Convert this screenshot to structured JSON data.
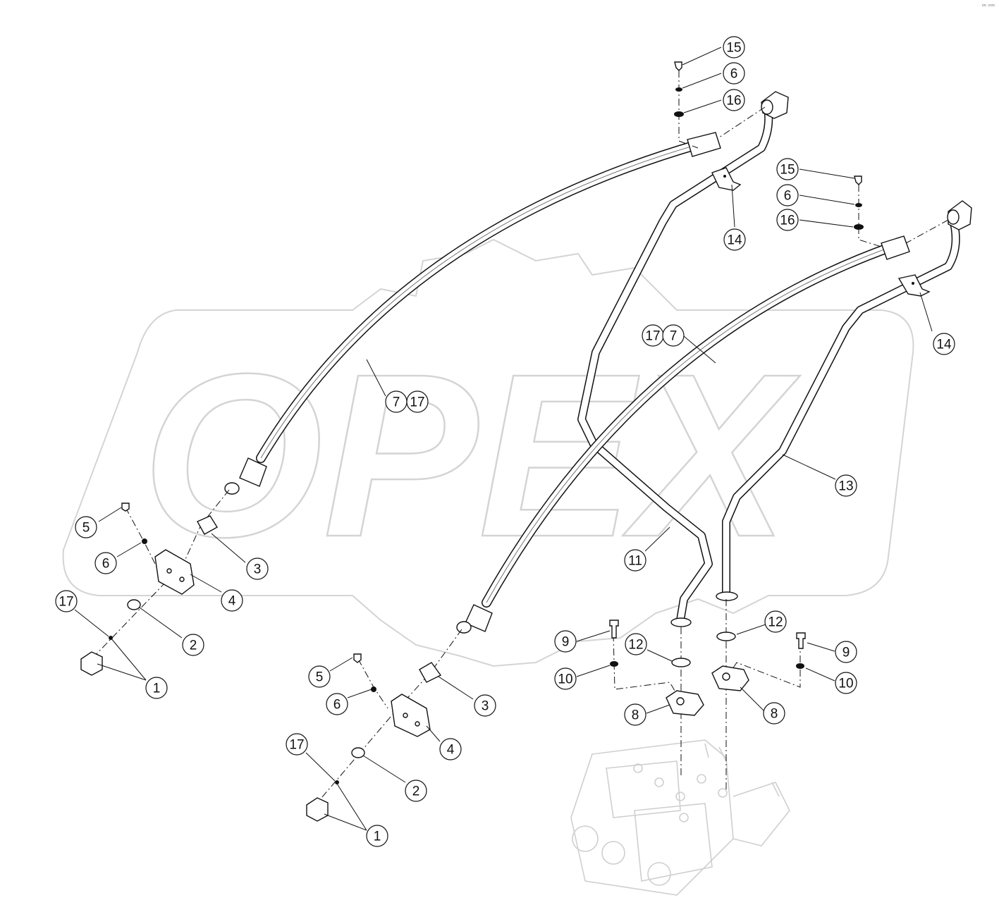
{
  "watermark": {
    "text": "OPEX",
    "color": "#d4d4d4"
  },
  "corner_mark": "▫▫ ▫▫▫",
  "callouts": [
    {
      "id": "c15a",
      "label": "15"
    },
    {
      "id": "c6a",
      "label": "6"
    },
    {
      "id": "c16a",
      "label": "16"
    },
    {
      "id": "c14a",
      "label": "14"
    },
    {
      "id": "c15b",
      "label": "15"
    },
    {
      "id": "c6b",
      "label": "6"
    },
    {
      "id": "c16b",
      "label": "16"
    },
    {
      "id": "c14b",
      "label": "14"
    },
    {
      "id": "c7a",
      "label": "7"
    },
    {
      "id": "c17a",
      "label": "17"
    },
    {
      "id": "c17b",
      "label": "17"
    },
    {
      "id": "c7b",
      "label": "7"
    },
    {
      "id": "c13",
      "label": "13"
    },
    {
      "id": "c11",
      "label": "11"
    },
    {
      "id": "c5a",
      "label": "5"
    },
    {
      "id": "c6c",
      "label": "6"
    },
    {
      "id": "c3a",
      "label": "3"
    },
    {
      "id": "c4a",
      "label": "4"
    },
    {
      "id": "c17c",
      "label": "17"
    },
    {
      "id": "c2a",
      "label": "2"
    },
    {
      "id": "c1a",
      "label": "1"
    },
    {
      "id": "c5b",
      "label": "5"
    },
    {
      "id": "c6d",
      "label": "6"
    },
    {
      "id": "c3b",
      "label": "3"
    },
    {
      "id": "c4b",
      "label": "4"
    },
    {
      "id": "c17d",
      "label": "17"
    },
    {
      "id": "c2b",
      "label": "2"
    },
    {
      "id": "c1b",
      "label": "1"
    },
    {
      "id": "c9a",
      "label": "9"
    },
    {
      "id": "c12a",
      "label": "12"
    },
    {
      "id": "c10a",
      "label": "10"
    },
    {
      "id": "c8a",
      "label": "8"
    },
    {
      "id": "c12b",
      "label": "12"
    },
    {
      "id": "c9b",
      "label": "9"
    },
    {
      "id": "c10b",
      "label": "10"
    },
    {
      "id": "c8b",
      "label": "8"
    }
  ]
}
